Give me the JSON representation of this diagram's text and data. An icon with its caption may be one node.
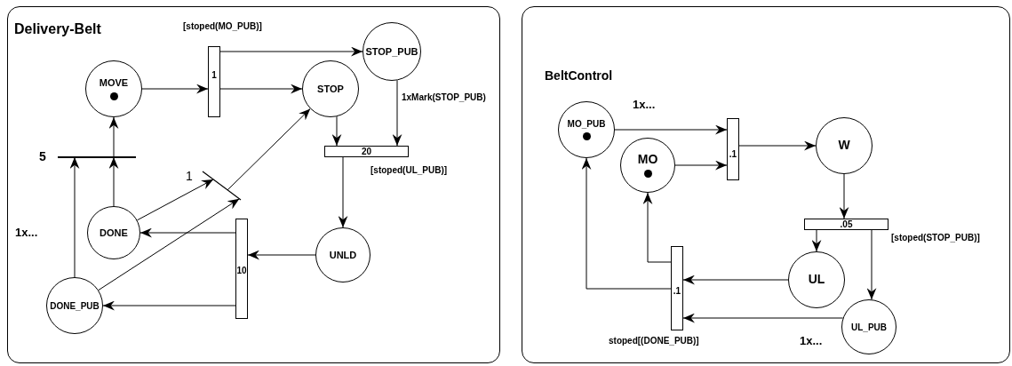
{
  "diagram": {
    "nodes": [
      {
        "text": [
          "Delivery-Belt"
        ]
      },
      {
        "text": [
          "MOVE"
        ],
        "in": 0
      },
      {
        "text": [
          "1"
        ],
        "in": 0,
        "beside": [
          "[stoped(MO_PUB)]"
        ]
      },
      {
        "text": [
          "STOP_PUB"
        ],
        "in": 0
      },
      {
        "text": [
          "STOP"
        ],
        "in": 0
      },
      {
        "text": [
          "20"
        ],
        "in": 0,
        "beside": [
          "[stoped(UL_PUB)]"
        ]
      },
      {
        "text": [
          "UNLD"
        ],
        "in": 0
      },
      {
        "text": [
          "10"
        ],
        "in": 0
      },
      {
        "text": [
          "DONE"
        ],
        "in": 0
      },
      {
        "text": [
          "DONE_PUB"
        ],
        "in": 0
      },
      {
        "text": [
          "5"
        ],
        "in": 0
      },
      {
        "text": [
          "1"
        ],
        "in": 0
      },
      {
        "text": [
          "BeltControl"
        ]
      },
      {
        "text": [
          "MO_PUB"
        ],
        "in": 12
      },
      {
        "text": [
          "MO"
        ],
        "in": 12
      },
      {
        "text": [
          ".1"
        ],
        "in": 12
      },
      {
        "text": [
          "W"
        ],
        "in": 12
      },
      {
        "text": [
          ".05"
        ],
        "in": 12,
        "beside": [
          "[stoped(STOP_PUB)]"
        ]
      },
      {
        "text": [
          "UL"
        ],
        "in": 12
      },
      {
        "text": [
          "UL_PUB"
        ],
        "in": 12
      },
      {
        "text": [
          ".1"
        ],
        "in": 12,
        "beside": [
          "stoped[(DONE_PUB)]"
        ]
      }
    ],
    "edges": [
      {
        "from": 1,
        "to": 2,
        "arrow": "to"
      },
      {
        "from": 2,
        "to": 4,
        "arrow": "to"
      },
      {
        "from": 2,
        "to": 3,
        "arrow": "to"
      },
      {
        "from": 4,
        "to": 5,
        "arrow": "to"
      },
      {
        "from": 3,
        "to": 5,
        "arrow": "to",
        "label": "1xMark(STOP_PUB)"
      },
      {
        "from": 5,
        "to": 6,
        "arrow": "to"
      },
      {
        "from": 6,
        "to": 7,
        "arrow": "to"
      },
      {
        "from": 7,
        "to": 8,
        "arrow": "to"
      },
      {
        "from": 7,
        "to": 9,
        "arrow": "to"
      },
      {
        "from": 8,
        "to": 10,
        "arrow": "to"
      },
      {
        "from": 10,
        "to": 1,
        "arrow": "to"
      },
      {
        "from": 9,
        "to": 10,
        "arrow": "to",
        "label": "1x..."
      },
      {
        "from": 8,
        "to": 11,
        "arrow": "to"
      },
      {
        "from": 11,
        "to": 4,
        "arrow": "to"
      },
      {
        "from": 9,
        "to": 11,
        "arrow": "to"
      },
      {
        "from": 13,
        "to": 15,
        "arrow": "to",
        "label": "1x..."
      },
      {
        "from": 14,
        "to": 15,
        "arrow": "to"
      },
      {
        "from": 15,
        "to": 16,
        "arrow": "to"
      },
      {
        "from": 16,
        "to": 17,
        "arrow": "to"
      },
      {
        "from": 17,
        "to": 18,
        "arrow": "to"
      },
      {
        "from": 17,
        "to": 19,
        "arrow": "to"
      },
      {
        "from": 18,
        "to": 20,
        "arrow": "to"
      },
      {
        "from": 19,
        "to": 20,
        "arrow": "to",
        "label": "1x..."
      },
      {
        "from": 20,
        "to": 14,
        "arrow": "to"
      },
      {
        "from": 20,
        "to": 13,
        "arrow": "to"
      }
    ]
  }
}
